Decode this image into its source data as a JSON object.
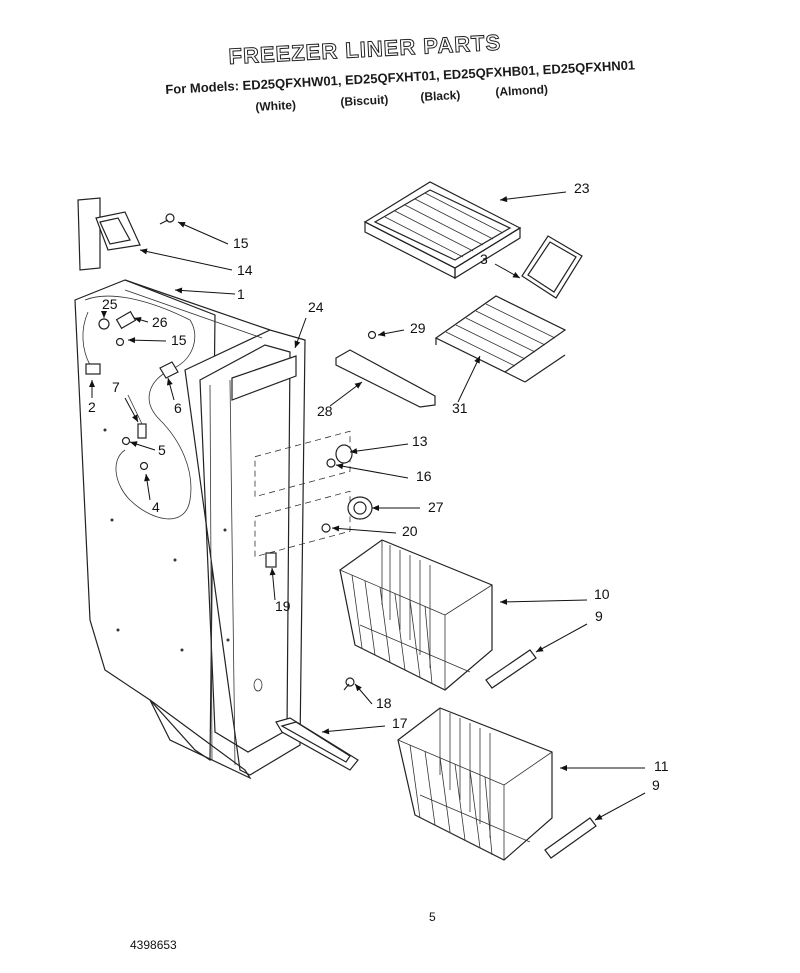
{
  "header": {
    "title": "FREEZER LINER PARTS",
    "models_line": "For Models: ED25QFXHW01, ED25QFXHT01, ED25QFXHB01, ED25QFXHN01",
    "colors": [
      "(White)",
      "(Biscuit)",
      "(Black)",
      "(Almond)"
    ]
  },
  "callouts": [
    "1",
    "2",
    "3",
    "4",
    "5",
    "6",
    "7",
    "9",
    "9",
    "10",
    "11",
    "13",
    "14",
    "15",
    "15",
    "16",
    "17",
    "18",
    "19",
    "20",
    "23",
    "24",
    "25",
    "26",
    "27",
    "28",
    "29",
    "31"
  ],
  "footer": {
    "page_number": "5",
    "doc_number": "4398653"
  }
}
